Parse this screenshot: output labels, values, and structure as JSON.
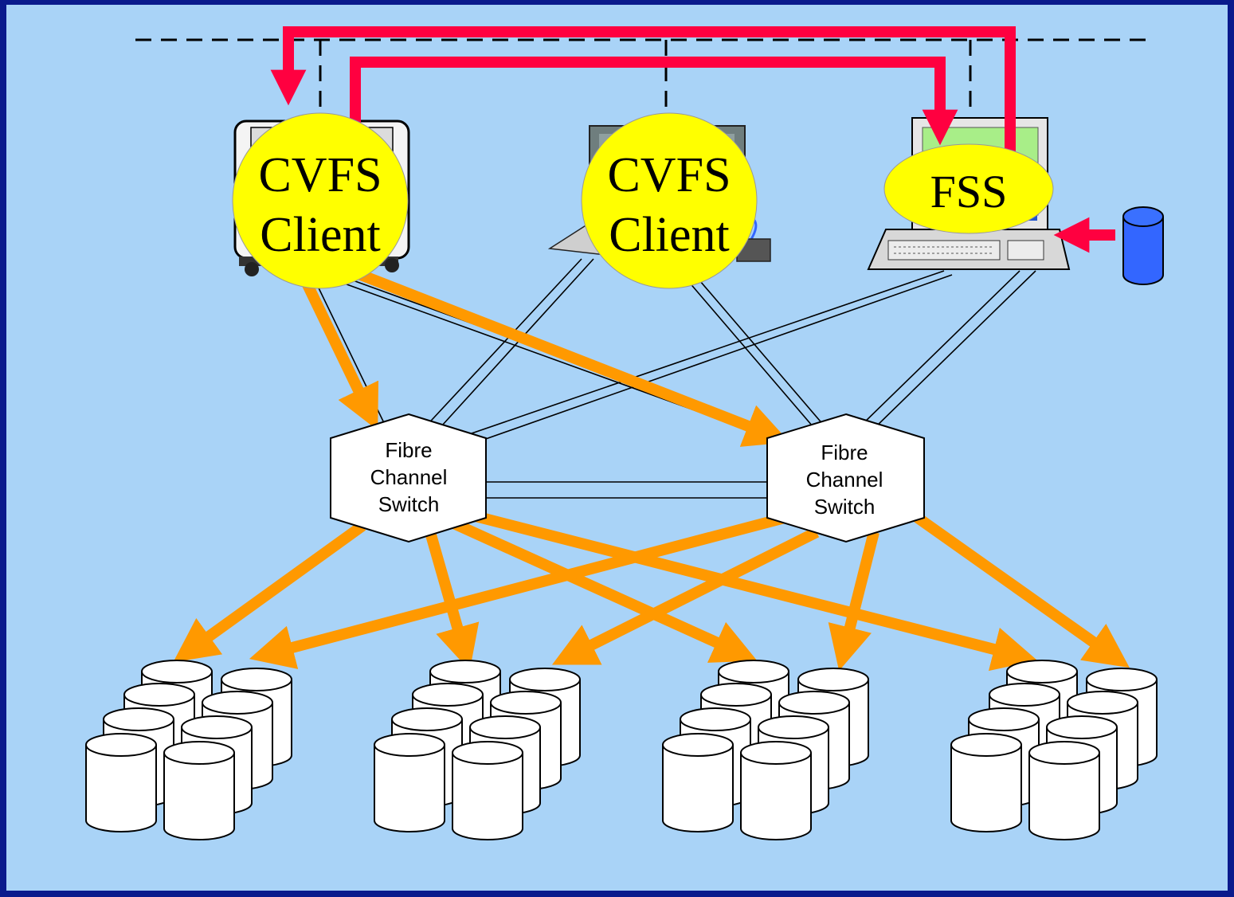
{
  "nodes": {
    "client1": {
      "line1": "CVFS",
      "line2": "Client"
    },
    "client2": {
      "line1": "CVFS",
      "line2": "Client"
    },
    "fss": {
      "label": "FSS"
    }
  },
  "switches": [
    {
      "line1": "Fibre",
      "line2": "Channel",
      "line3": "Switch"
    },
    {
      "line1": "Fibre",
      "line2": "Channel",
      "line3": "Switch"
    }
  ],
  "colors": {
    "background": "#a9d3f7",
    "border": "#0a1a8c",
    "control_arrow": "#ff0040",
    "data_arrow": "#ff9900",
    "label_bubble": "#ffff00",
    "database": "#3366ff"
  },
  "icons": {
    "client1": "server-cabinet-icon",
    "client2": "workstation-icon",
    "fss": "desktop-computer-icon",
    "metadata": "database-icon",
    "storage": "disk-array-icon"
  }
}
